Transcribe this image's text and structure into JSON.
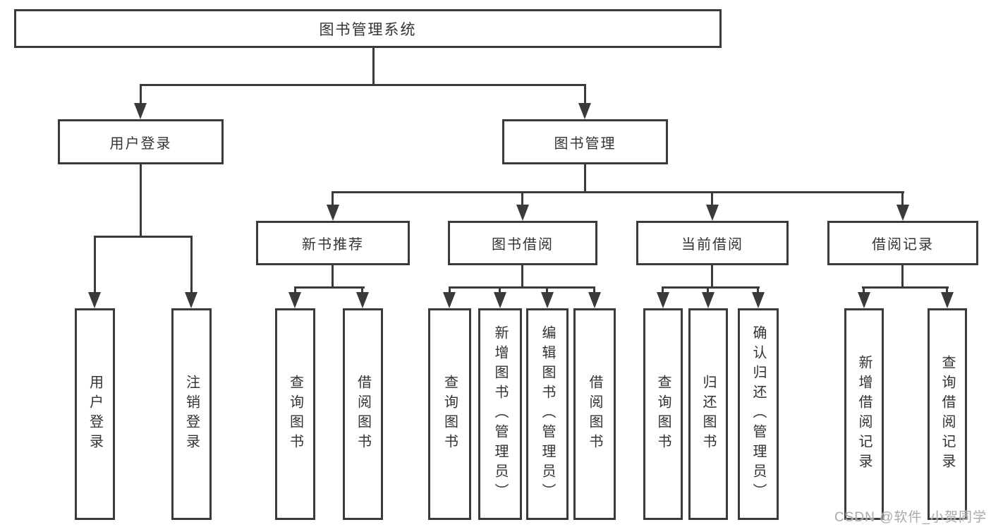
{
  "tree": {
    "label": "图书管理系统",
    "children": [
      {
        "label": "用户登录",
        "children": [
          {
            "label": "用户登录"
          },
          {
            "label": "注销登录"
          }
        ]
      },
      {
        "label": "图书管理",
        "children": [
          {
            "label": "新书推荐",
            "children": [
              {
                "label": "查询图书"
              },
              {
                "label": "借阅图书"
              }
            ]
          },
          {
            "label": "图书借阅",
            "children": [
              {
                "label": "查询图书"
              },
              {
                "label": "新增图书（管理员）"
              },
              {
                "label": "编辑图书（管理员）"
              },
              {
                "label": "借阅图书"
              }
            ]
          },
          {
            "label": "当前借阅",
            "children": [
              {
                "label": "查询图书"
              },
              {
                "label": "归还图书"
              },
              {
                "label": "确认归还（管理员）"
              }
            ]
          },
          {
            "label": "借阅记录",
            "children": [
              {
                "label": "新增借阅记录"
              },
              {
                "label": "查询借阅记录"
              }
            ]
          }
        ]
      }
    ]
  },
  "watermark": {
    "text": "CSDN @软件_小贺同学"
  },
  "colors": {
    "line": "#3a3a3a",
    "box_background": "#ffffff",
    "text": "#333333",
    "watermark": "#a9a9ad"
  }
}
